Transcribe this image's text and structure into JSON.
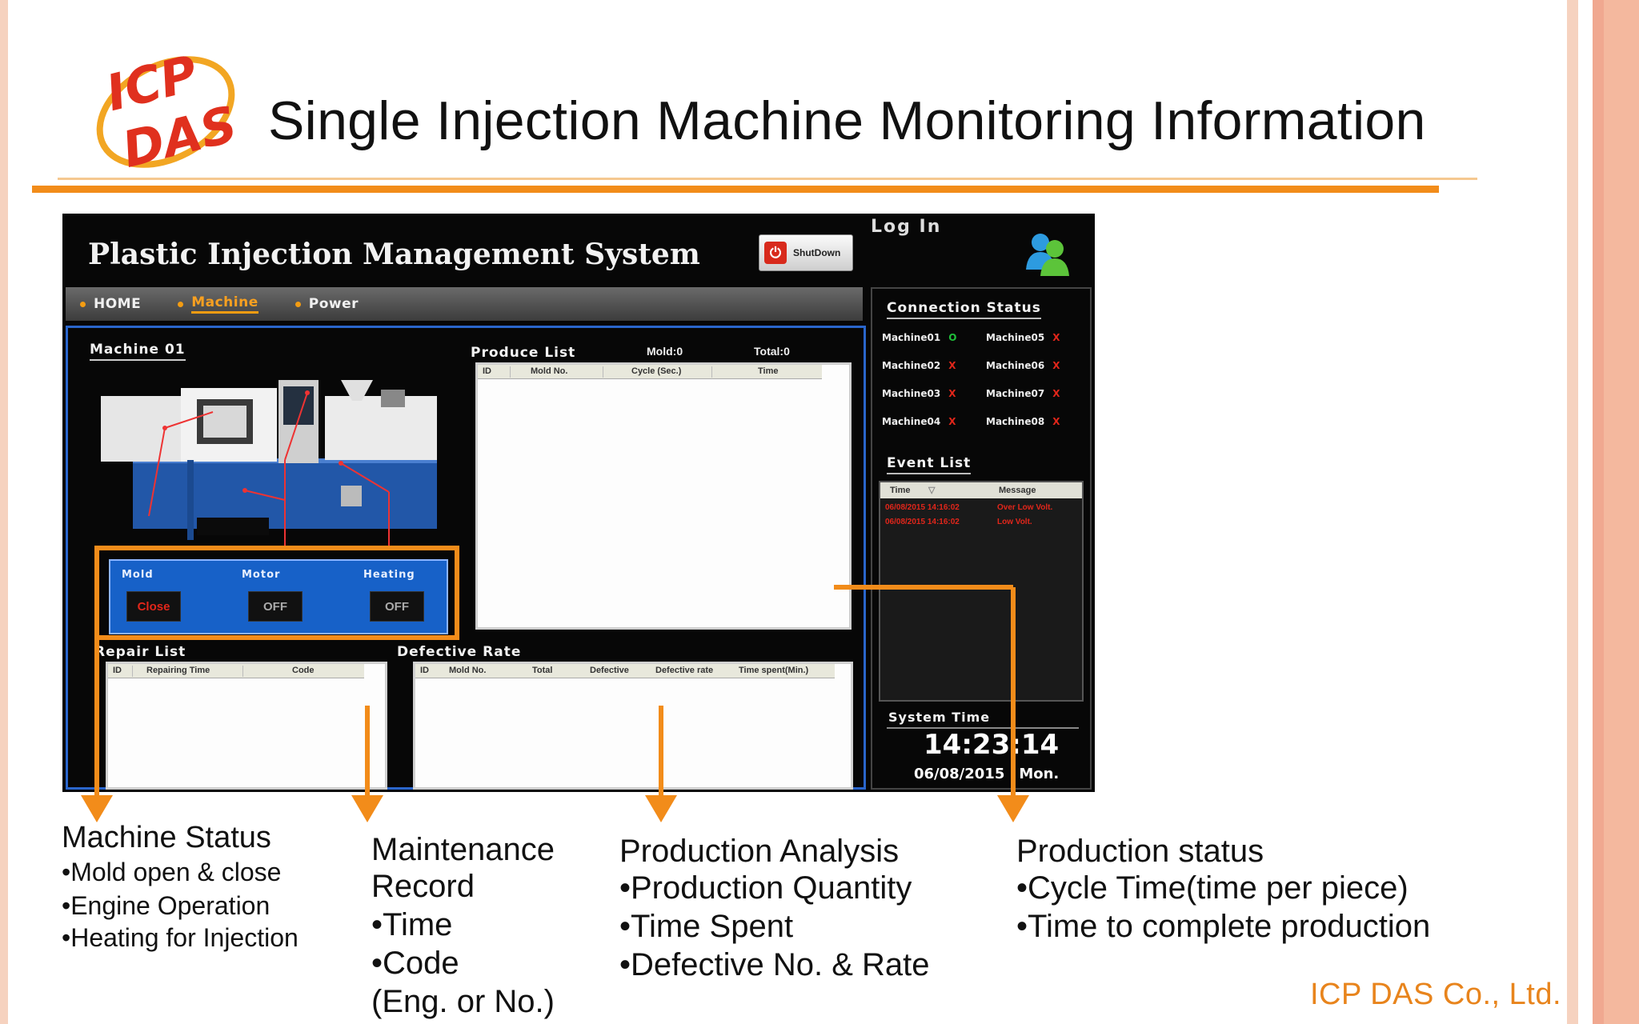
{
  "slide": {
    "title": "Single Injection Machine Monitoring Information",
    "logo_line1": "ICP",
    "logo_line2": "DAS",
    "footer_company": "ICP DAS Co., Ltd.",
    "accent_color": "#f28c1a"
  },
  "app": {
    "title": "Plastic Injection Management System",
    "shutdown_label": "ShutDown",
    "login_label": "Log In",
    "nav": [
      {
        "label": "HOME",
        "active": false
      },
      {
        "label": "Machine",
        "active": true
      },
      {
        "label": "Power",
        "active": false
      }
    ],
    "machine": {
      "title": "Machine 01",
      "status_labels": [
        "Mold",
        "Motor",
        "Heating"
      ],
      "status_values": [
        "Close",
        "OFF",
        "OFF"
      ]
    },
    "produce_list": {
      "title": "Produce List",
      "mold": "Mold:0",
      "total": "Total:0",
      "columns": [
        "ID",
        "Mold No.",
        "Cycle (Sec.)",
        "Time"
      ]
    },
    "repair_list": {
      "title": "Repair List",
      "columns": [
        "ID",
        "Repairing Time",
        "Code"
      ]
    },
    "defective_rate": {
      "title": "Defective Rate",
      "columns": [
        "ID",
        "Mold No.",
        "Total",
        "Defective",
        "Defective rate",
        "Time spent(Min.)"
      ]
    },
    "connection_status": {
      "title": "Connection Status",
      "machines": [
        {
          "name": "Machine01",
          "state": "O"
        },
        {
          "name": "Machine05",
          "state": "X"
        },
        {
          "name": "Machine02",
          "state": "X"
        },
        {
          "name": "Machine06",
          "state": "X"
        },
        {
          "name": "Machine03",
          "state": "X"
        },
        {
          "name": "Machine07",
          "state": "X"
        },
        {
          "name": "Machine04",
          "state": "X"
        },
        {
          "name": "Machine08",
          "state": "X"
        }
      ]
    },
    "event_list": {
      "title": "Event List",
      "columns": [
        "Time",
        "Message"
      ],
      "rows": [
        {
          "time": "06/08/2015 14:16:02",
          "message": "Over Low Volt."
        },
        {
          "time": "06/08/2015 14:16:02",
          "message": "Low Volt."
        }
      ]
    },
    "system_time": {
      "title": "System Time",
      "time": "14:23:14",
      "date": "06/08/2015",
      "day": "Mon."
    }
  },
  "captions": {
    "machine_status": {
      "head": "Machine Status",
      "items": [
        "•Mold open & close",
        "•Engine Operation",
        "•Heating for Injection"
      ]
    },
    "maintenance": {
      "head_line1": "Maintenance",
      "head_line2": "Record",
      "items": [
        "•Time",
        "•Code",
        "(Eng. or No.)"
      ]
    },
    "production_analysis": {
      "head": "Production Analysis",
      "items": [
        "•Production Quantity",
        "•Time Spent",
        "•Defective No. & Rate"
      ]
    },
    "production_status": {
      "head": "Production status",
      "items": [
        "•Cycle Time(time per piece)",
        "•Time to complete production"
      ]
    }
  }
}
